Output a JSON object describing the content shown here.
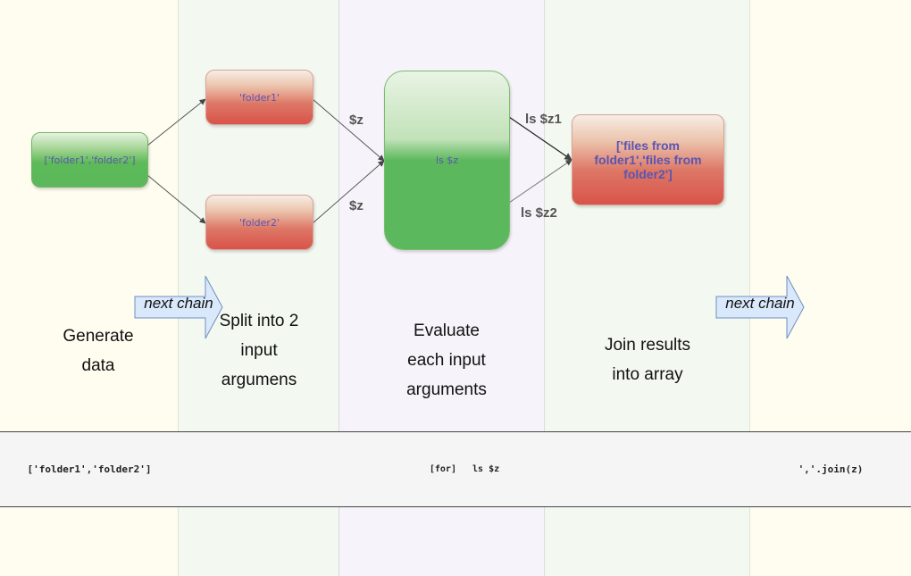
{
  "nodes": {
    "data": "['folder1','folder2']",
    "folder1": "'folder1'",
    "folder2": "'folder2'",
    "evaluate": "ls $z",
    "result": "['files from folder1','files from folder2']"
  },
  "edge_labels": {
    "z_top": "$z",
    "z_bottom": "$z",
    "z1": "ls $z1",
    "z2": "ls $z2"
  },
  "next_chain_arrows": [
    "next chain",
    "next chain"
  ],
  "stages": [
    "Generate data",
    "Split into 2 input argumens",
    "Evaluate each input arguments",
    "Join results into array"
  ],
  "commands": {
    "generate": "['folder1','folder2']",
    "evaluate": "[for]   ls $z",
    "join": "','.join(z)"
  }
}
